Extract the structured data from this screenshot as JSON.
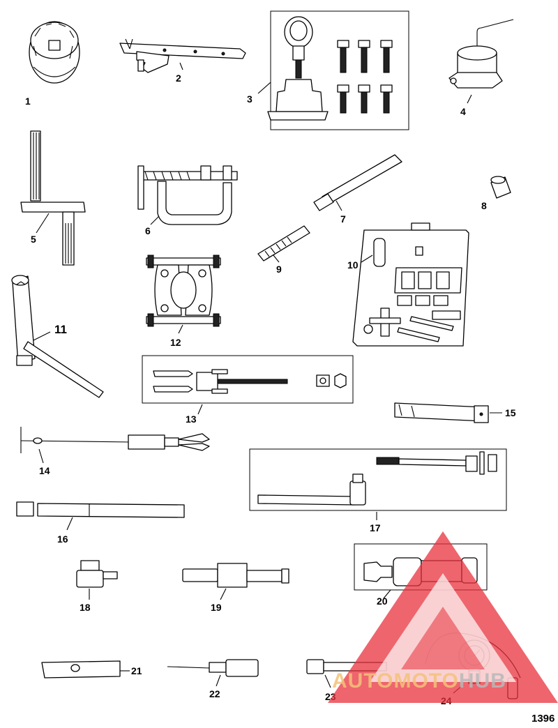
{
  "callouts": [
    "1",
    "2",
    "3",
    "4",
    "5",
    "6",
    "7",
    "8",
    "9",
    "10",
    "11",
    "12",
    "13",
    "14",
    "15",
    "16",
    "17",
    "18",
    "19",
    "20",
    "21",
    "22",
    "23",
    "24"
  ],
  "figure_number": "1396",
  "watermark": {
    "part1": "AUTOMOTO",
    "part2": "HUB",
    "color_red": "#e8323c",
    "color_orange": "#f3c27a",
    "color_gray": "#b9b9b9"
  }
}
